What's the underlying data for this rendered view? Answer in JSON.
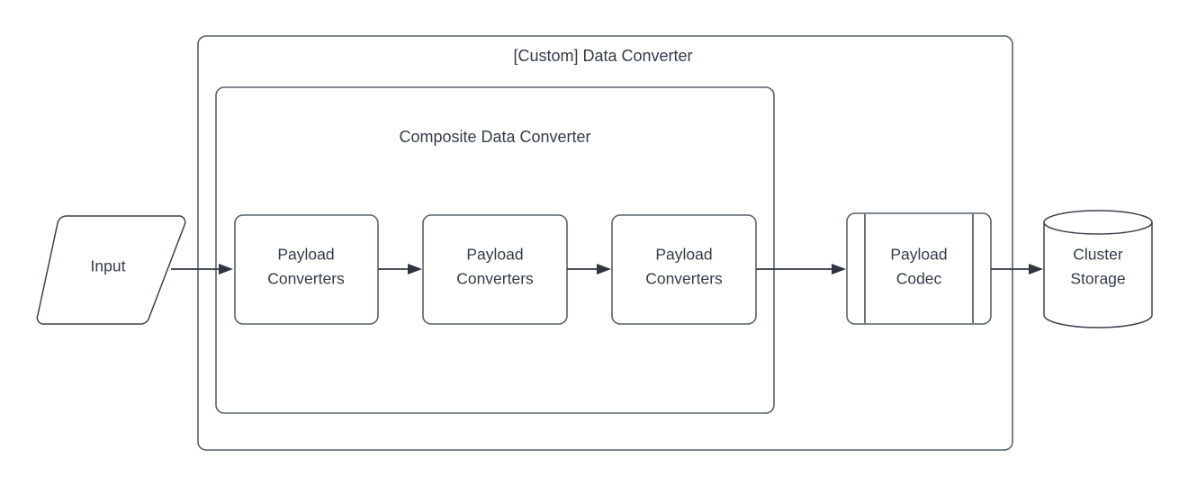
{
  "diagram": {
    "title": "[Custom] Data Converter",
    "outer_container": {
      "label": "[Custom] Data Converter",
      "shape": "rounded-rectangle"
    },
    "inner_container": {
      "label": "Composite Data Converter",
      "shape": "rounded-rectangle"
    },
    "nodes": [
      {
        "id": "input",
        "label": "Input",
        "shape": "parallelogram"
      },
      {
        "id": "payload-converters-1",
        "label_line1": "Payload",
        "label_line2": "Converters",
        "shape": "rounded-rectangle"
      },
      {
        "id": "payload-converters-2",
        "label_line1": "Payload",
        "label_line2": "Converters",
        "shape": "rounded-rectangle"
      },
      {
        "id": "payload-converters-3",
        "label_line1": "Payload",
        "label_line2": "Converters",
        "shape": "rounded-rectangle"
      },
      {
        "id": "payload-codec",
        "label_line1": "Payload",
        "label_line2": "Codec",
        "shape": "predefined-process"
      },
      {
        "id": "cluster-storage",
        "label_line1": "Cluster",
        "label_line2": "Storage",
        "shape": "cylinder-database"
      }
    ],
    "edges": [
      {
        "id": "input-to-converter-1",
        "from": "input",
        "to": "payload-converters-1"
      },
      {
        "id": "converter-1-to-converter-2",
        "from": "payload-converters-1",
        "to": "payload-converters-2"
      },
      {
        "id": "converter-2-to-converter-3",
        "from": "payload-converters-2",
        "to": "payload-converters-3"
      },
      {
        "id": "converter-3-to-codec",
        "from": "payload-converters-3",
        "to": "payload-codec"
      },
      {
        "id": "codec-to-storage",
        "from": "payload-codec",
        "to": "cluster-storage"
      }
    ],
    "colors": {
      "background": "#ffffff",
      "shape_fill": "#ffffff",
      "shape_stroke": "#56606E",
      "shape_stroke_dark": "#3A424E",
      "connector": "#2E3540",
      "text": "#333C47"
    }
  }
}
